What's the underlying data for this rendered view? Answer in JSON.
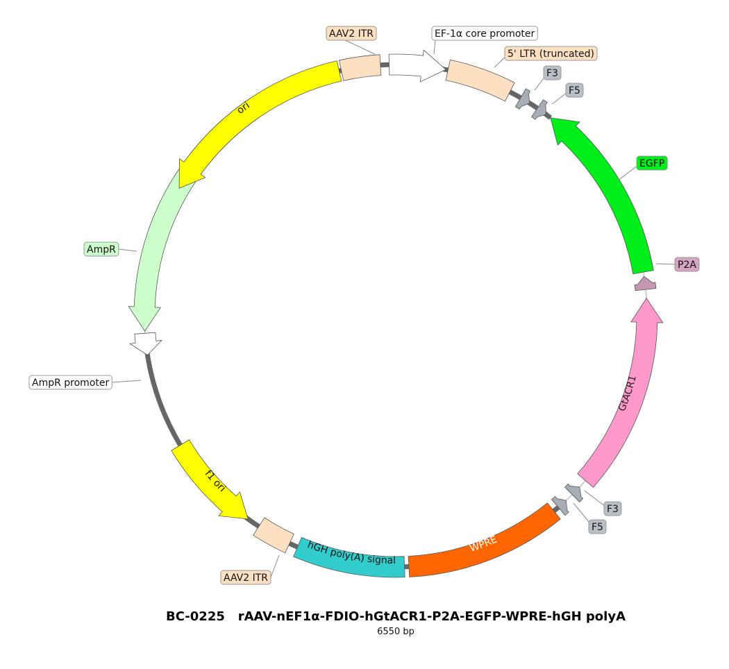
{
  "plasmid": {
    "id": "BC-0225",
    "name": "rAAV-nEF1α-FDIO-hGtACR1-P2A-EGFP-WPRE-hGH polyA",
    "size": "6550 bp"
  },
  "features": [
    {
      "name": "AAV2 ITR",
      "type": "box",
      "from": -12.5,
      "to": -3.5,
      "color": "#fde0c2",
      "label": "AAV2 ITR",
      "inner": false
    },
    {
      "name": "EF-1α core promoter",
      "type": "arrow",
      "dir": 1,
      "from": -1.5,
      "to": 11.5,
      "color": "#ffffff",
      "label": "EF-1α core promoter",
      "inner": false
    },
    {
      "name": "5' LTR (truncated)",
      "type": "box",
      "from": 12,
      "to": 27,
      "color": "#fde0c2",
      "label": "5' LTR (truncated)",
      "inner": false
    },
    {
      "name": "F3",
      "type": "small",
      "dir": 1,
      "from": 29.8,
      "to": 32.2,
      "color": "#a6adb6",
      "label": "F3",
      "inner": false
    },
    {
      "name": "F5",
      "type": "small",
      "dir": 1,
      "from": 34.3,
      "to": 36.7,
      "color": "#a6adb6",
      "label": "F5",
      "inner": false
    },
    {
      "name": "EGFP",
      "type": "arrow",
      "dir": -1,
      "from": 38,
      "to": 80,
      "color": "#00ee1a",
      "label": "EGFP",
      "inner": false
    },
    {
      "name": "P2A",
      "type": "small",
      "dir": -1,
      "from": 81,
      "to": 84,
      "color": "#c597b3",
      "label": "P2A",
      "inner": false
    },
    {
      "name": "GtACR1",
      "type": "arrow",
      "dir": -1,
      "from": 86,
      "to": 131,
      "color": "#ff99cc",
      "label": "GtACR1",
      "inner": true,
      "textColor": "#222222"
    },
    {
      "name": "F3",
      "type": "small",
      "dir": -1,
      "from": 133,
      "to": 135.4,
      "color": "#a6adb6",
      "label": "F3",
      "inner": false
    },
    {
      "name": "F5",
      "type": "small",
      "dir": -1,
      "from": 137.3,
      "to": 139.7,
      "color": "#a6adb6",
      "label": "F5",
      "inner": false
    },
    {
      "name": "WPRE",
      "type": "box",
      "from": 141,
      "to": 177,
      "color": "#ff6600",
      "label": "WPRE",
      "inner": true,
      "textColor": "#ffffff"
    },
    {
      "name": "hGH poly(A) signal",
      "type": "box",
      "from": 178,
      "to": 203,
      "color": "#33cccc",
      "label": "hGH poly(A) signal",
      "inner": true,
      "textColor": "#111111"
    },
    {
      "name": "AAV2 ITR",
      "type": "box",
      "from": 205,
      "to": 213,
      "color": "#fde0c2",
      "label": "AAV2 ITR",
      "inner": false
    },
    {
      "name": "f1 ori",
      "type": "arrow",
      "dir": -1,
      "from": 216,
      "to": 239,
      "color": "#ffff00",
      "label": "f1 ori",
      "inner": true,
      "textColor": "#111111"
    },
    {
      "name": "AmpR promoter",
      "type": "arrow",
      "dir": -1,
      "from": 261,
      "to": 266,
      "color": "#ffffff",
      "label": "AmpR promoter",
      "inner": false
    },
    {
      "name": "AmpR",
      "type": "arrow",
      "dir": -1,
      "from": 266.5,
      "to": 325,
      "color": "#ccffcc",
      "label": "AmpR",
      "inner": false
    },
    {
      "name": "ori",
      "type": "arrow",
      "dir": -1,
      "from": 300.5,
      "to": 347,
      "color": "#ffff00",
      "label": "ori",
      "inner": true,
      "textColor": "#111111"
    }
  ],
  "labels": [
    {
      "text": "AAV2 ITR",
      "color": "#fde0c2",
      "side": "right"
    },
    {
      "text": "EF-1α core promoter",
      "color": "#ffffff",
      "side": "right"
    },
    {
      "text": "5' LTR (truncated)",
      "color": "#fde0c2",
      "side": "right"
    },
    {
      "text": "F3",
      "color": "#b8bfc7",
      "side": "right"
    },
    {
      "text": "F5",
      "color": "#b8bfc7",
      "side": "right"
    },
    {
      "text": "EGFP",
      "color": "#00ee1a",
      "side": "right"
    },
    {
      "text": "P2A",
      "color": "#d6a3c0",
      "side": "right"
    },
    {
      "text": "F3",
      "color": "#b8bfc7",
      "side": "right"
    },
    {
      "text": "F5",
      "color": "#b8bfc7",
      "side": "right"
    },
    {
      "text": "AAV2 ITR",
      "color": "#fde0c2",
      "side": "left"
    },
    {
      "text": "AmpR promoter",
      "color": "#ffffff",
      "side": "left"
    },
    {
      "text": "AmpR",
      "color": "#ccffcc",
      "side": "left"
    }
  ]
}
